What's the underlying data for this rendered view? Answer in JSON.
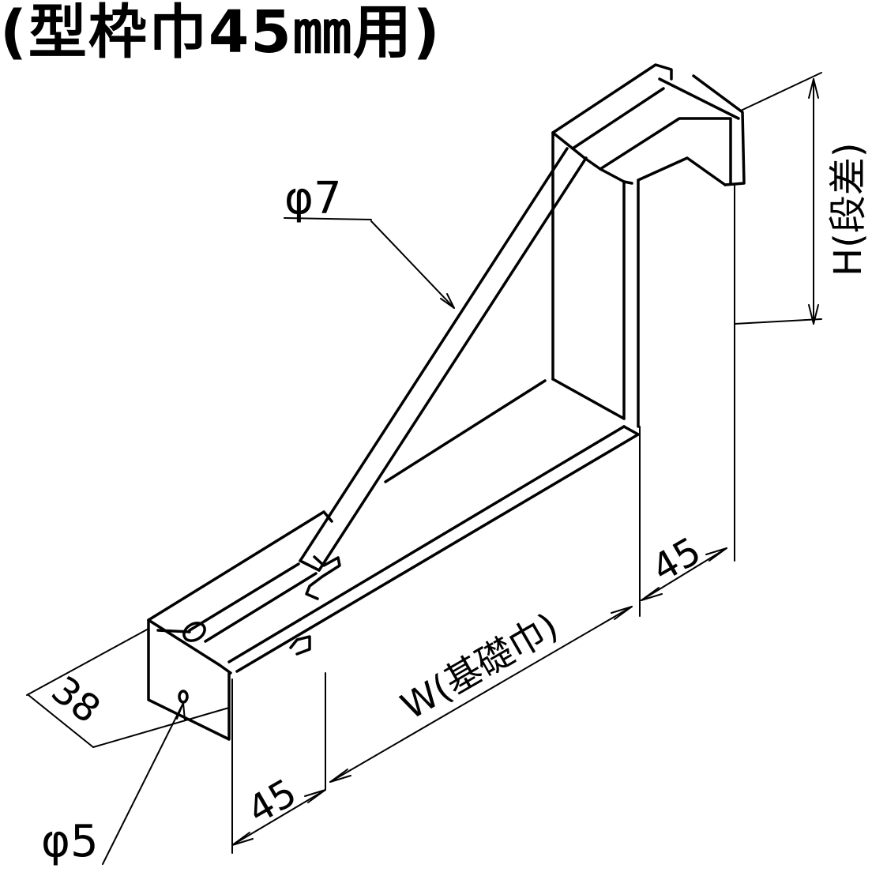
{
  "title": "(型枠巾45㎜用)",
  "labels": {
    "rod_diameter": "φ7",
    "pin_diameter": "φ5",
    "height": "H(段差)",
    "width": "W(基礎巾)",
    "depth": "38",
    "left_offset": "45",
    "right_offset": "45"
  },
  "colors": {
    "line": "#000000",
    "background": "#ffffff"
  }
}
